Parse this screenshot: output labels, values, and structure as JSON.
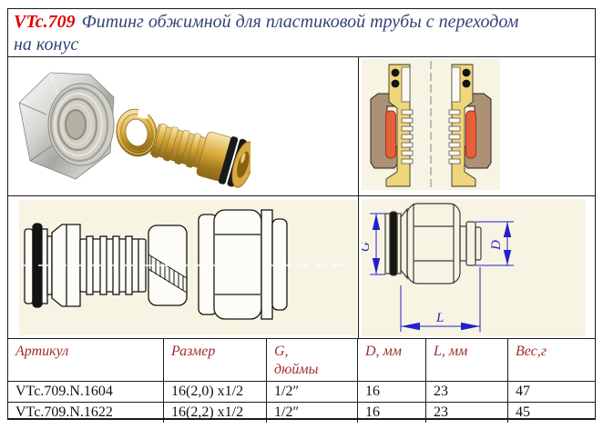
{
  "title": {
    "code": "VTc.709",
    "line1": "Фитинг обжимной для пластиковой трубы с переходом",
    "line2": "на конус"
  },
  "table": {
    "headers": [
      {
        "l1": "Артикул",
        "l2": ""
      },
      {
        "l1": "Размер",
        "l2": ""
      },
      {
        "l1": "G,",
        "l2": "дюймы"
      },
      {
        "l1": "D, мм",
        "l2": ""
      },
      {
        "l1": "L, мм",
        "l2": ""
      },
      {
        "l1": "Вес,г",
        "l2": ""
      }
    ],
    "rows": [
      {
        "article": "VTc.709.N.1604",
        "size": "16(2,0) x1/2",
        "g": "1/2″",
        "d": "16",
        "l": "23",
        "weight": "47"
      },
      {
        "article": "VTc.709.N.1622",
        "size": "16(2,2) x1/2",
        "g": "1/2″",
        "d": "16",
        "l": "23",
        "weight": "45"
      }
    ]
  },
  "figures": {
    "dimension_labels": {
      "g": "G",
      "d": "D",
      "l": "L"
    }
  },
  "colors": {
    "title_code_red": "#e00000",
    "title_text_blue": "#334577",
    "table_header_red": "#a22b2b",
    "drawing_background_cream": "#f8f4e3",
    "dimension_blue": "#2222cc",
    "body_yellow": "#f0d67a",
    "ring_orange": "#e4603a",
    "nut_brown": "#ac9177",
    "brass_gold": "#d9a93c"
  }
}
